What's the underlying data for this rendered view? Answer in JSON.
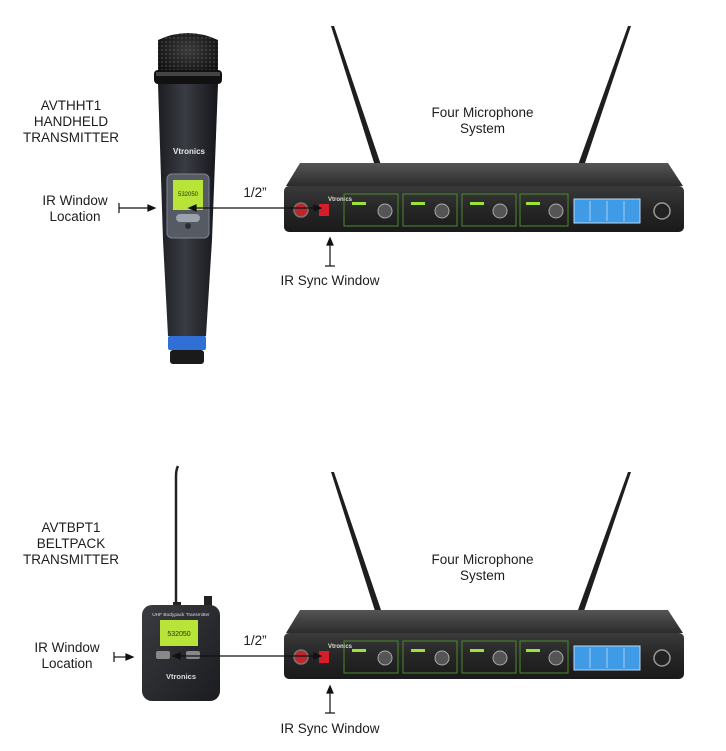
{
  "top": {
    "transmitter_model": "AVTHHT1",
    "transmitter_line2": "HANDHELD",
    "transmitter_line3": "TRANSMITTER",
    "ir_window_line1": "IR Window",
    "ir_window_line2": "Location",
    "distance": "1/2”",
    "system_line1": "Four Microphone",
    "system_line2": "System",
    "sync_label": "IR Sync Window",
    "brand": "Vtronics"
  },
  "bottom": {
    "transmitter_model": "AVTBPT1",
    "transmitter_line2": "BELTPACK",
    "transmitter_line3": "TRANSMITTER",
    "ir_window_line1": "IR Window",
    "ir_window_line2": "Location",
    "distance": "1/2”",
    "system_line1": "Four Microphone",
    "system_line2": "System",
    "sync_label": "IR Sync Window",
    "brand": "Vtronics",
    "beltpack_title": "UHF Bodypack Transmitter",
    "beltpack_freq": "532050"
  },
  "colors": {
    "receiver_body": "#2b2b2b",
    "lcd_blue": "#3f9be6",
    "lcd_green": "#b8e43a",
    "ir_red": "#d21f2a",
    "mic_grip_blue": "#2f6fd6"
  }
}
